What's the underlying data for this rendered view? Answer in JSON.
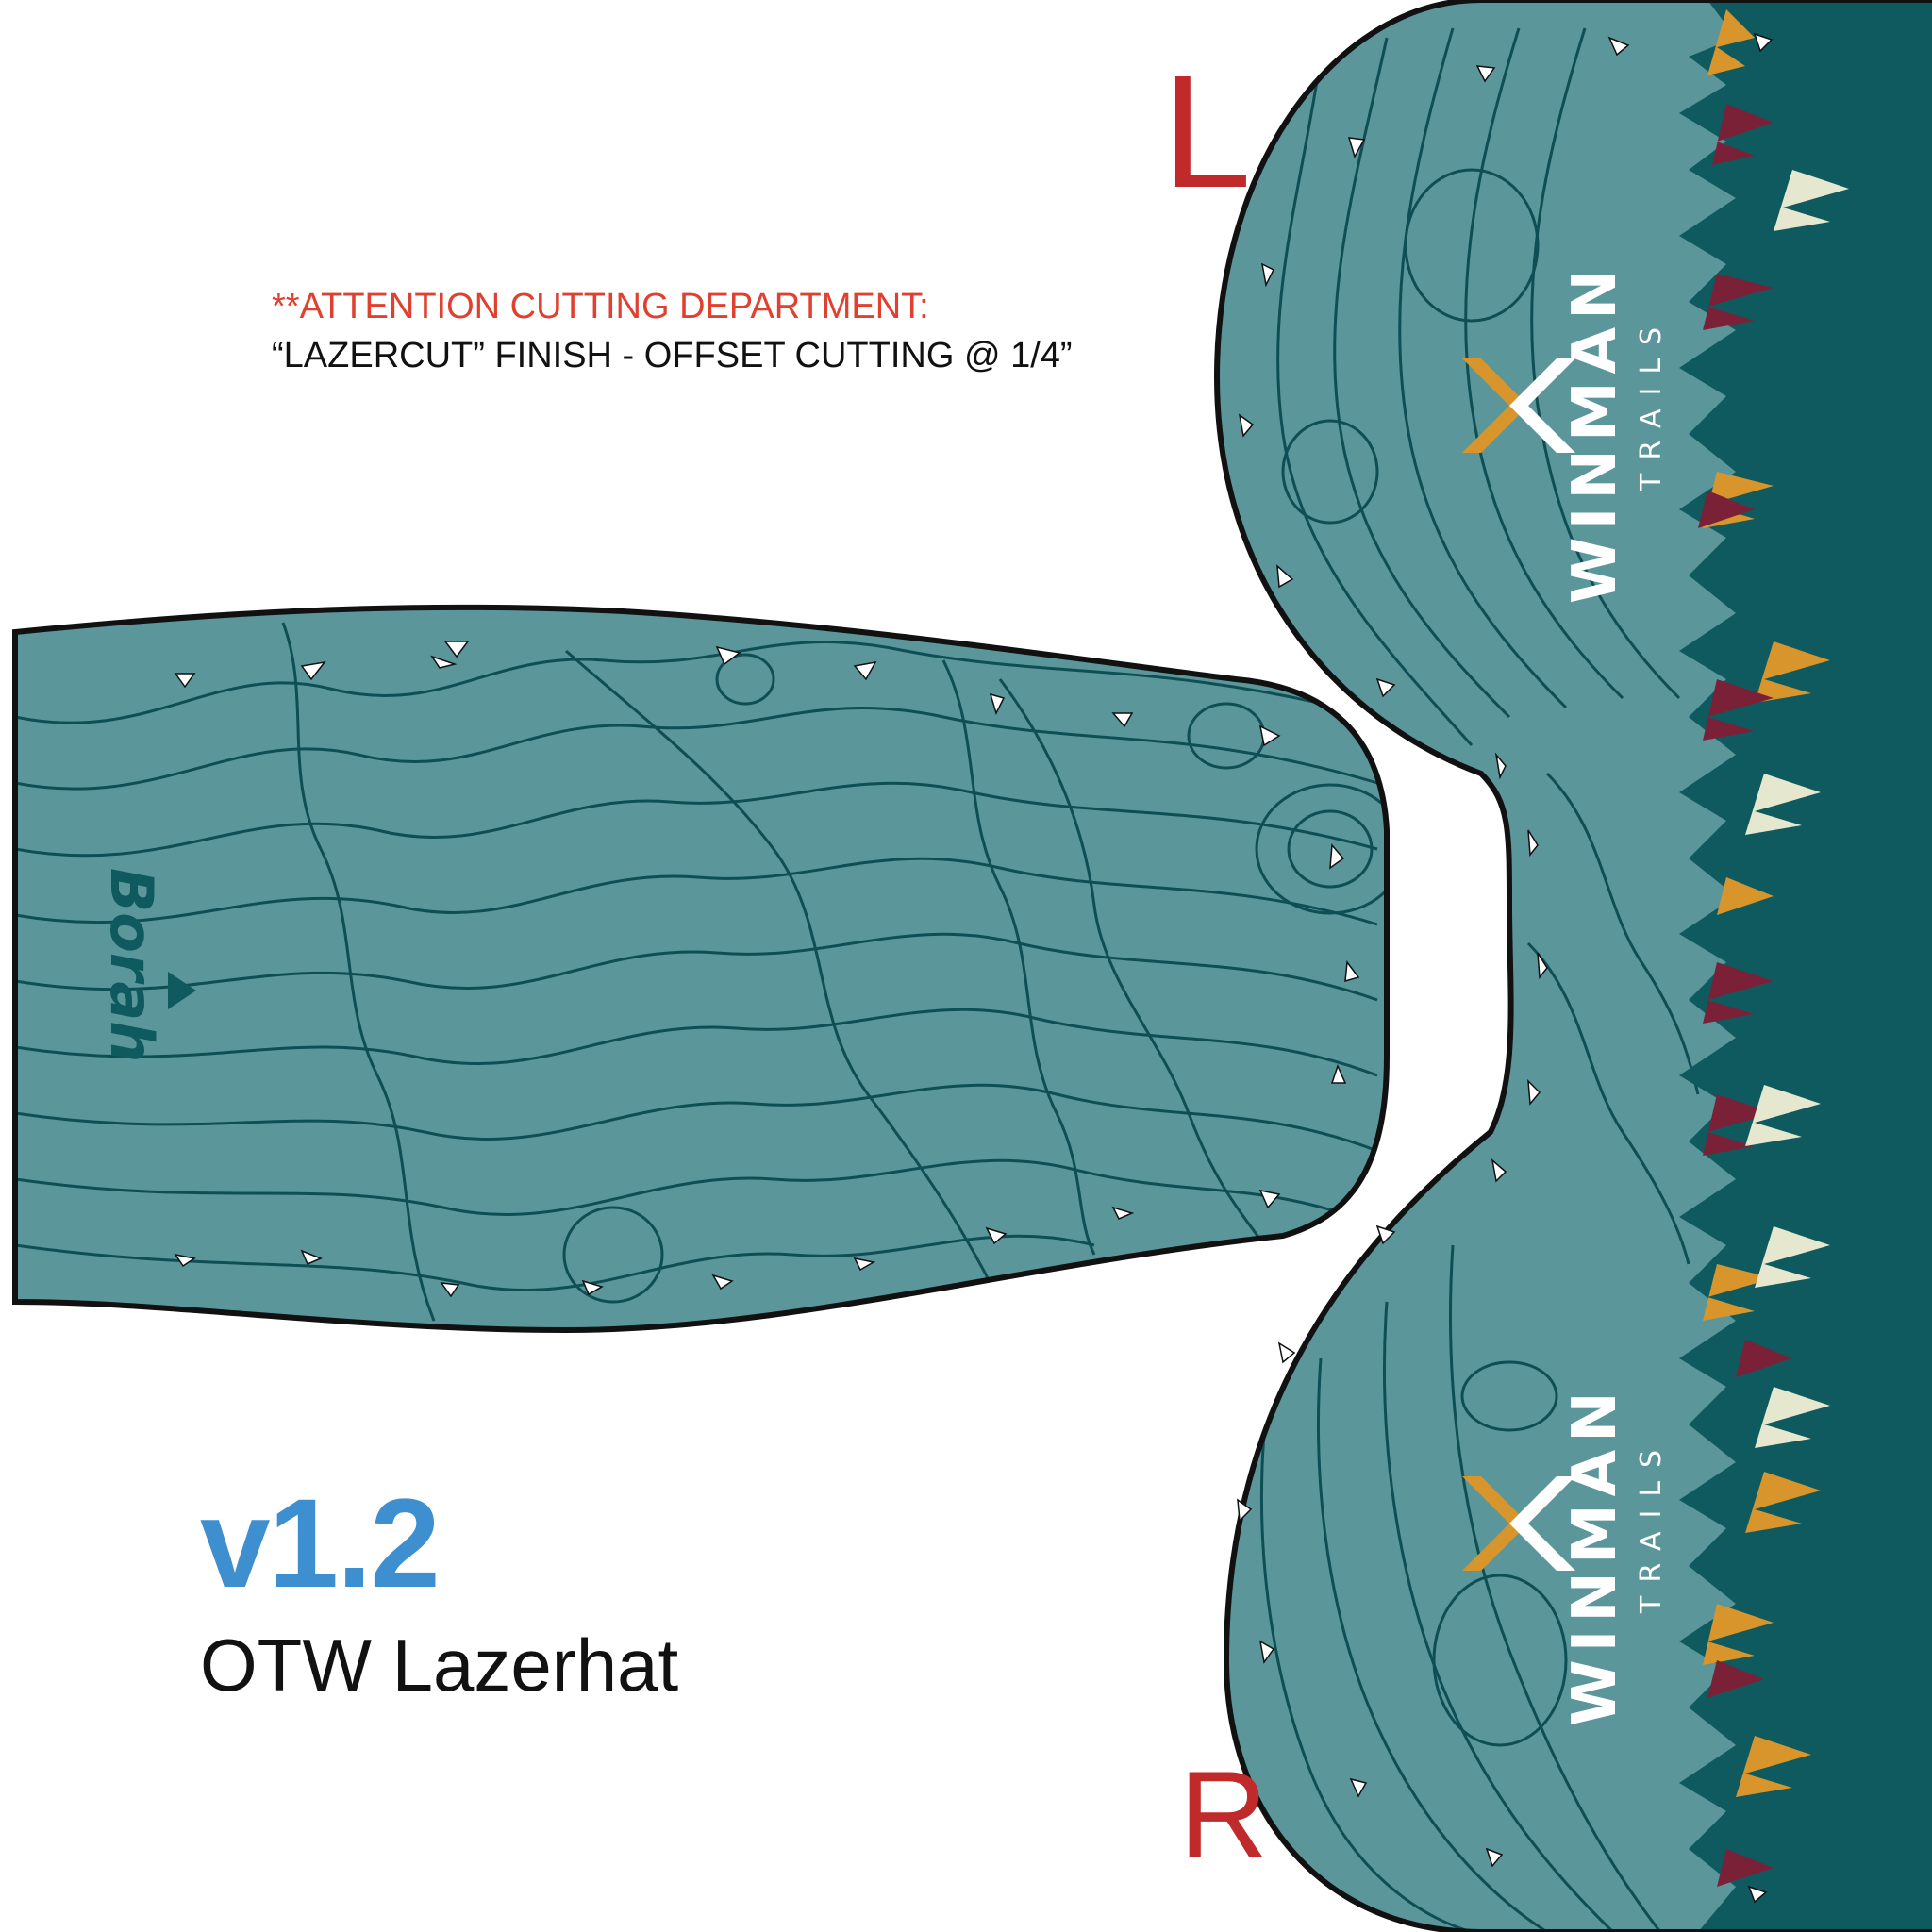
{
  "notice": {
    "heading": "**ATTENTION CUTTING DEPARTMENT:",
    "instruction": "“LAZERCUT” FINISH - OFFSET CUTTING @ 1/4”"
  },
  "version": {
    "label": "v1.2"
  },
  "product": {
    "name": "OTW Lazerhat"
  },
  "panel_marks": {
    "left": "L",
    "right": "R"
  },
  "logos": {
    "secondary_brand": "Borah",
    "primary_brand": {
      "word": "WINMAN",
      "sub": "TRAILS"
    }
  },
  "colors": {
    "fabric": "#5b969b",
    "fabric_dark": "#0f5a5f",
    "contour": "#0e4f55",
    "outline": "#111111",
    "notice_red": "#e0402f",
    "version_blue": "#3d8fd0",
    "panel_mark_red": "#c02a2a",
    "tree_orange": "#d8952b",
    "tree_maroon": "#7a2138",
    "tree_cream": "#e6e7cf"
  }
}
